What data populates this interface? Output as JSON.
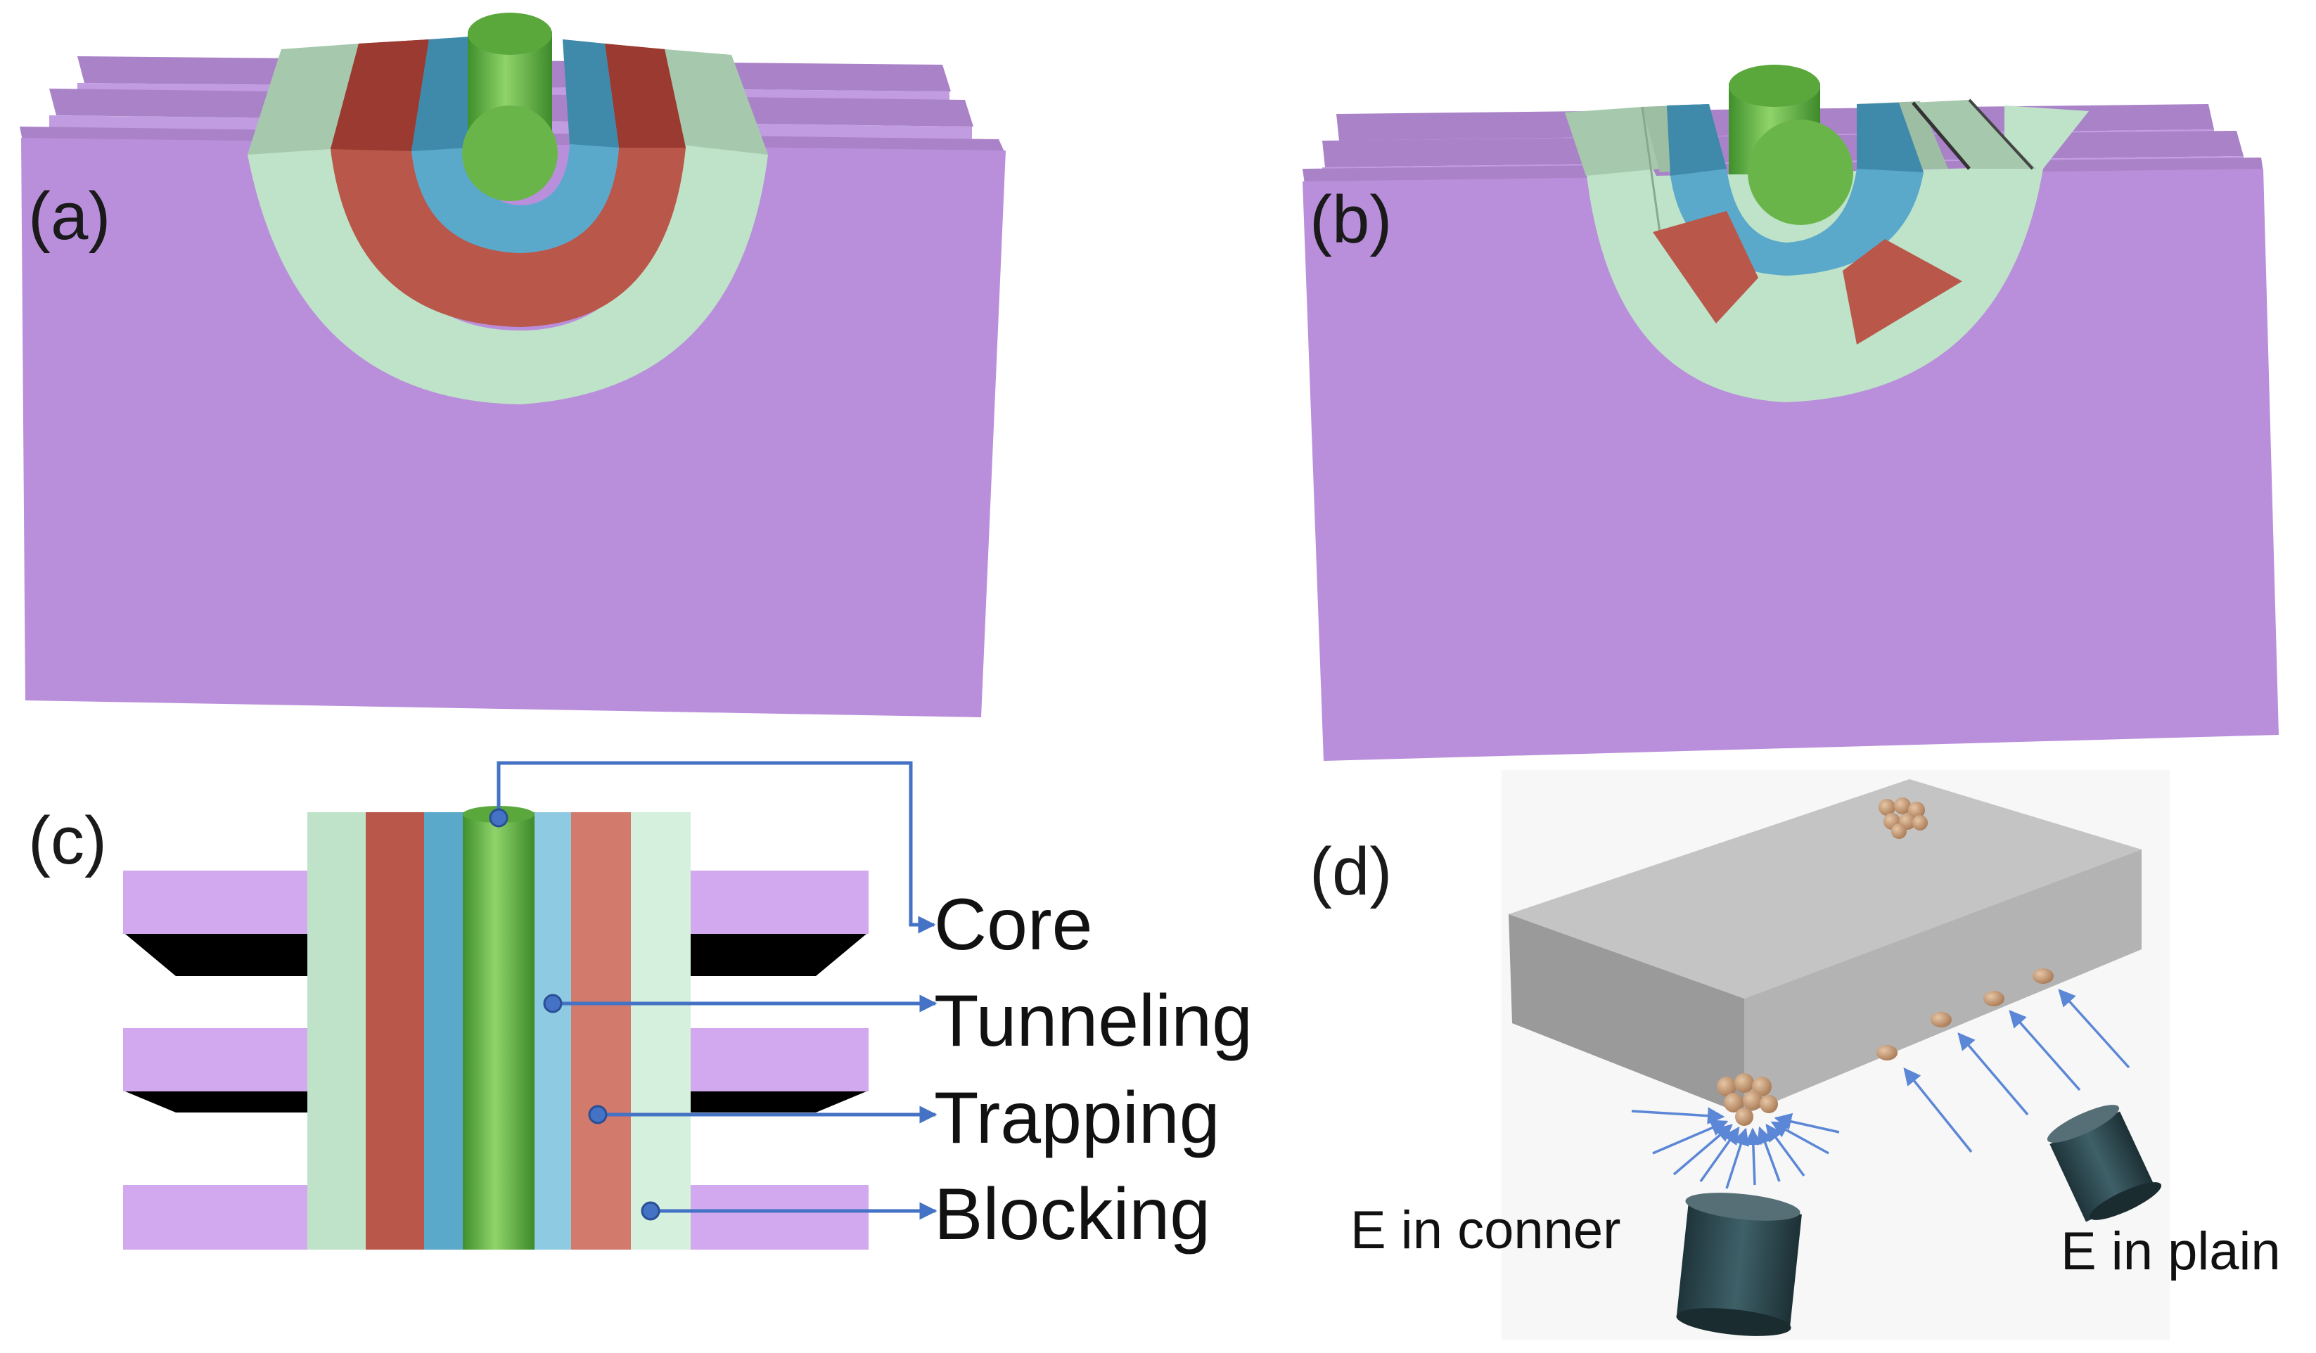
{
  "panels": {
    "a": {
      "label": "(a)"
    },
    "b": {
      "label": "(b)"
    },
    "c": {
      "label": "(c)"
    },
    "d": {
      "label": "(d)"
    }
  },
  "layers": {
    "core": "Core",
    "tunneling": "Tunneling",
    "trapping": "Trapping",
    "blocking": "Blocking"
  },
  "field_labels": {
    "corner": "E in conner",
    "plain": "E in plain"
  },
  "colors": {
    "substrate": "#b98fdb",
    "substrate_light": "#d2a9ee",
    "core": "#6ab54a",
    "tunneling": "#5aa9cb",
    "trapping": "#b8574a",
    "blocking": "#bfe3c8",
    "callout": "#4472c4",
    "block_gray": "#c4c4c4",
    "particle": "#c49a78",
    "cylinder": "#2f4a52"
  },
  "icons": {
    "callout_dot": "circle-dot",
    "field_arrow": "arrow"
  }
}
